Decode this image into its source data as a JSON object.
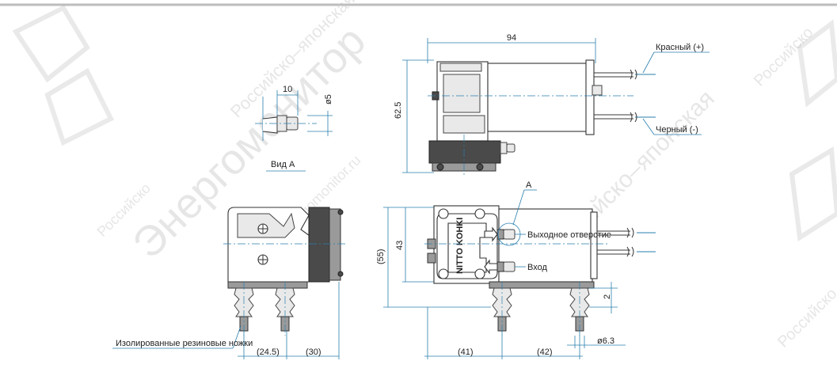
{
  "dimensions": {
    "width_top": "94",
    "height_top": "62.5",
    "tube_length": "10",
    "tube_diameter": "ø5",
    "height_front": "43",
    "height_total": "(55)",
    "base_left_1": "(24.5)",
    "base_left_2": "(30)",
    "base_right_1": "(41)",
    "base_right_2": "(42)",
    "foot_height": "2",
    "foot_diameter": "ø6.3"
  },
  "labels": {
    "view_a": "Вид А",
    "red_wire": "Красный (+)",
    "black_wire": "Черный (-)",
    "marker_a": "A",
    "outlet": "Выходное отверстие",
    "inlet": "Вход",
    "feet": "Изолированные резиновые ножки",
    "brand": "NITTO KOHKI"
  },
  "watermarks": {
    "text_1": "Российско–японская",
    "text_2": "www.energomonitor.ru",
    "text_3": "Энергомонитор",
    "text_4": "Российско"
  },
  "colors": {
    "dimension_line": "#2a7fae",
    "outline": "#333333",
    "dark_part": "#4a4a4a"
  }
}
